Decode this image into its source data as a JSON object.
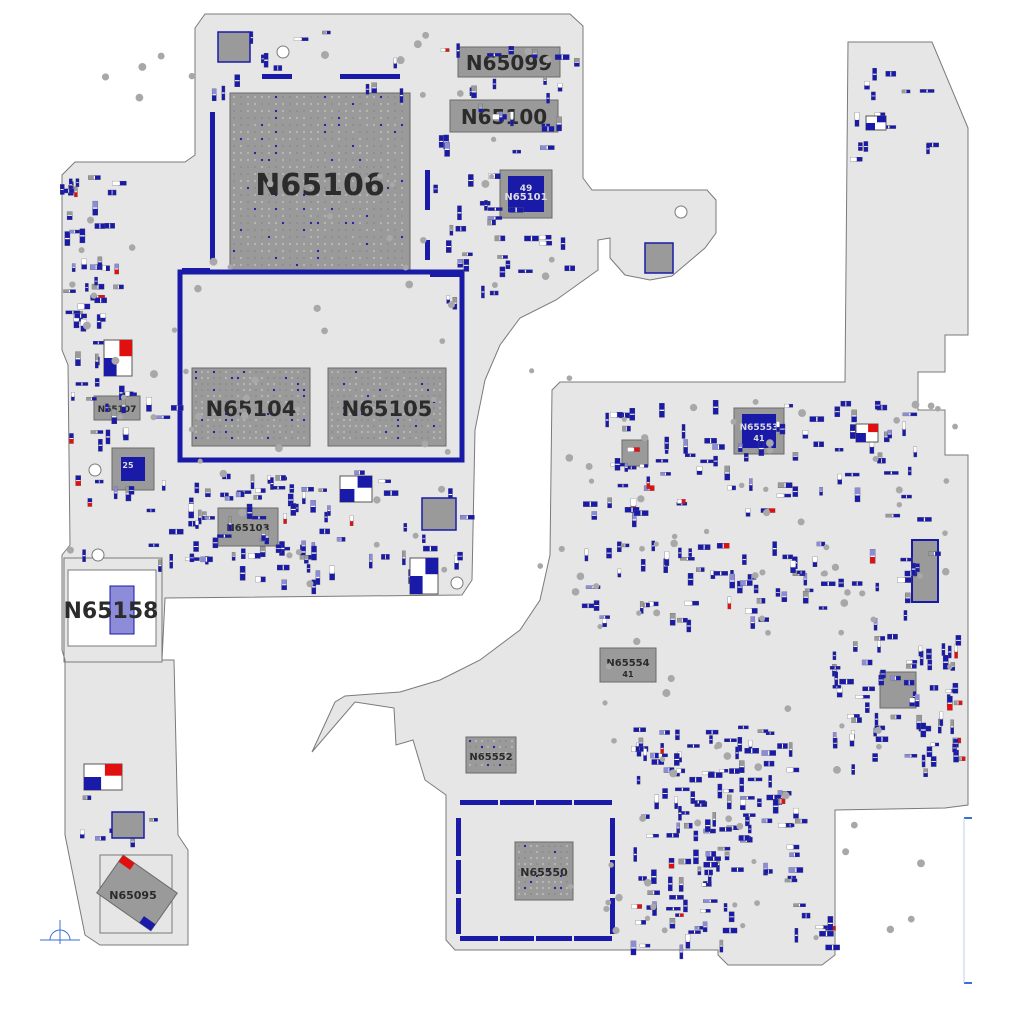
{
  "board": {
    "colors": {
      "board_fill": "#e6e6e6",
      "board_edge": "#7a7a7a",
      "chip_fill": "#9a9a9a",
      "chip_text": "#2b2b2b",
      "pad_blue": "#1a1aa8",
      "pad_light": "#8c8cd9",
      "pad_red": "#e01010",
      "pad_white": "#ffffff",
      "via_grey": "#a8a8a8",
      "marker_blue": "#3a6fd8"
    },
    "labels": {
      "n65099": "N65099",
      "n65100": "N65100",
      "n65106": "N65106",
      "n65101": "N65101",
      "n65101_pin": "49",
      "n65104": "N65104",
      "n65105": "N65105",
      "n65107": "N65107",
      "n65103": "N65103",
      "n65158": "N65158",
      "n65095": "N65095",
      "chip25_pin": "25",
      "mirror_a": "N65553",
      "mirror_a_pin": "41",
      "mirror_b": "N65554",
      "mirror_b_pin": "41",
      "mirror_c": "N65552",
      "mirror_d": "N65550"
    }
  }
}
